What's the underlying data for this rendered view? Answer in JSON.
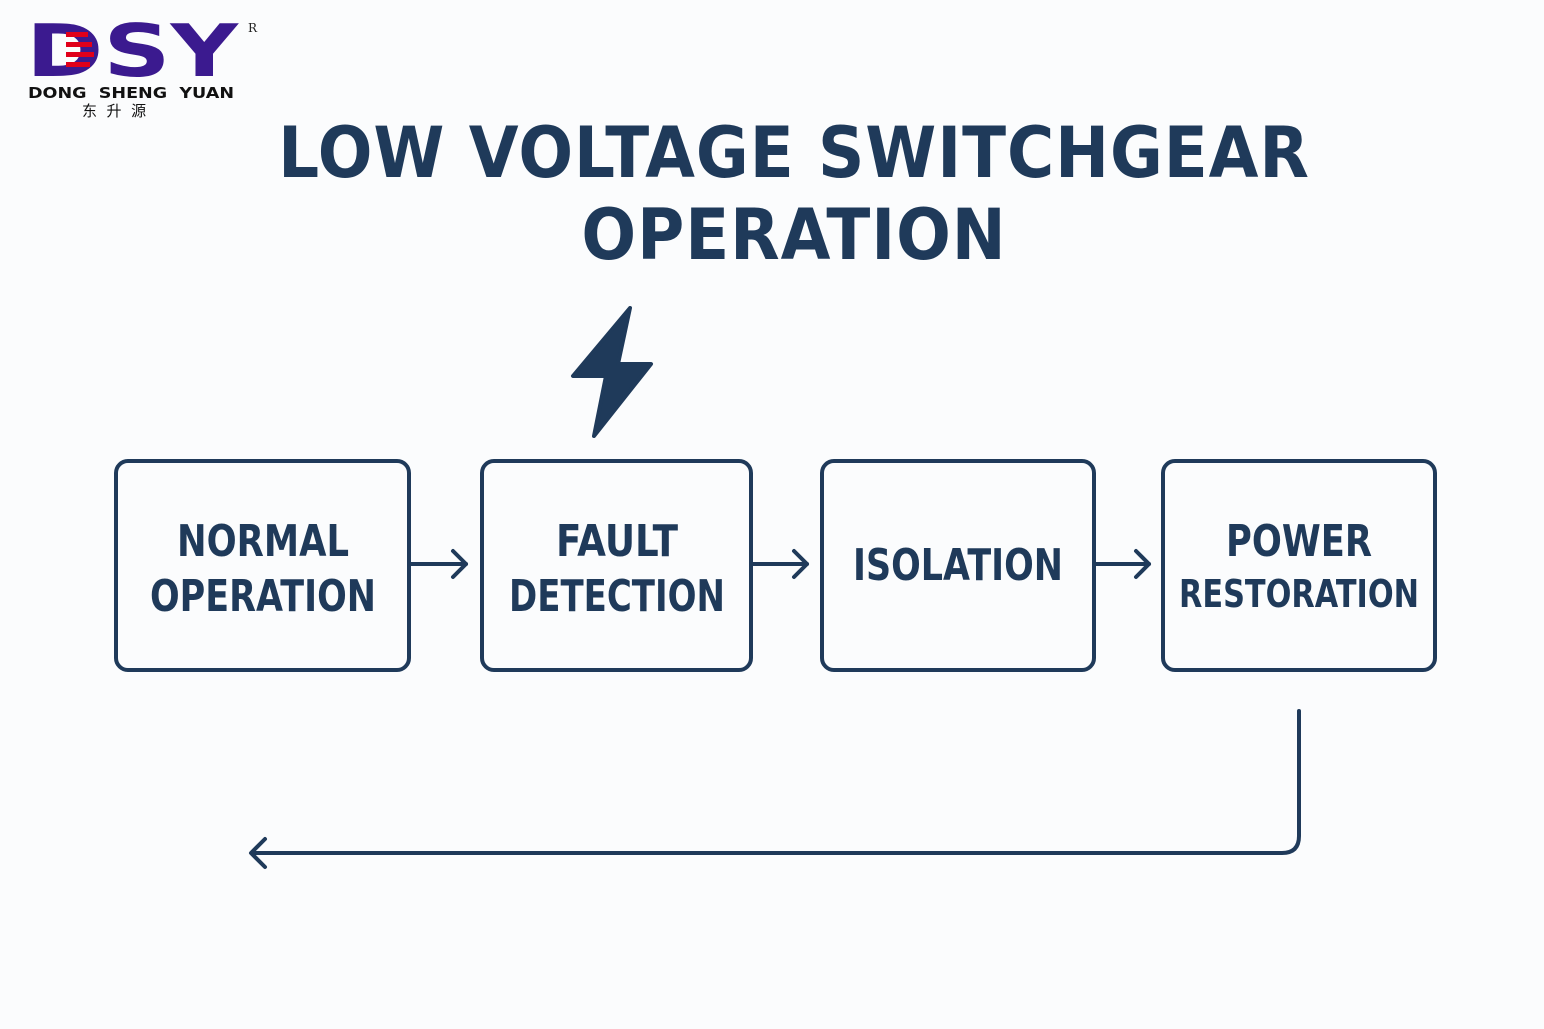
{
  "logo": {
    "mark": "DSY",
    "registered": "R",
    "english": "DONG  SHENG  YUAN",
    "chinese": "东  升  源",
    "colors": {
      "primary": "#3b1a8f",
      "accent": "#e0001b"
    }
  },
  "title": "LOW VOLTAGE SWITCHGEAR OPERATION",
  "icon": "lightning-bolt-icon",
  "colors": {
    "stroke": "#1f3a5a",
    "background": "#fbfcfd"
  },
  "steps": [
    {
      "lines": [
        "NORMAL",
        "OPERATION"
      ]
    },
    {
      "lines": [
        "FAULT",
        "DETECTION"
      ]
    },
    {
      "lines": [
        "ISOLATION"
      ]
    },
    {
      "lines": [
        "POWER",
        "RESTORATION"
      ]
    }
  ]
}
